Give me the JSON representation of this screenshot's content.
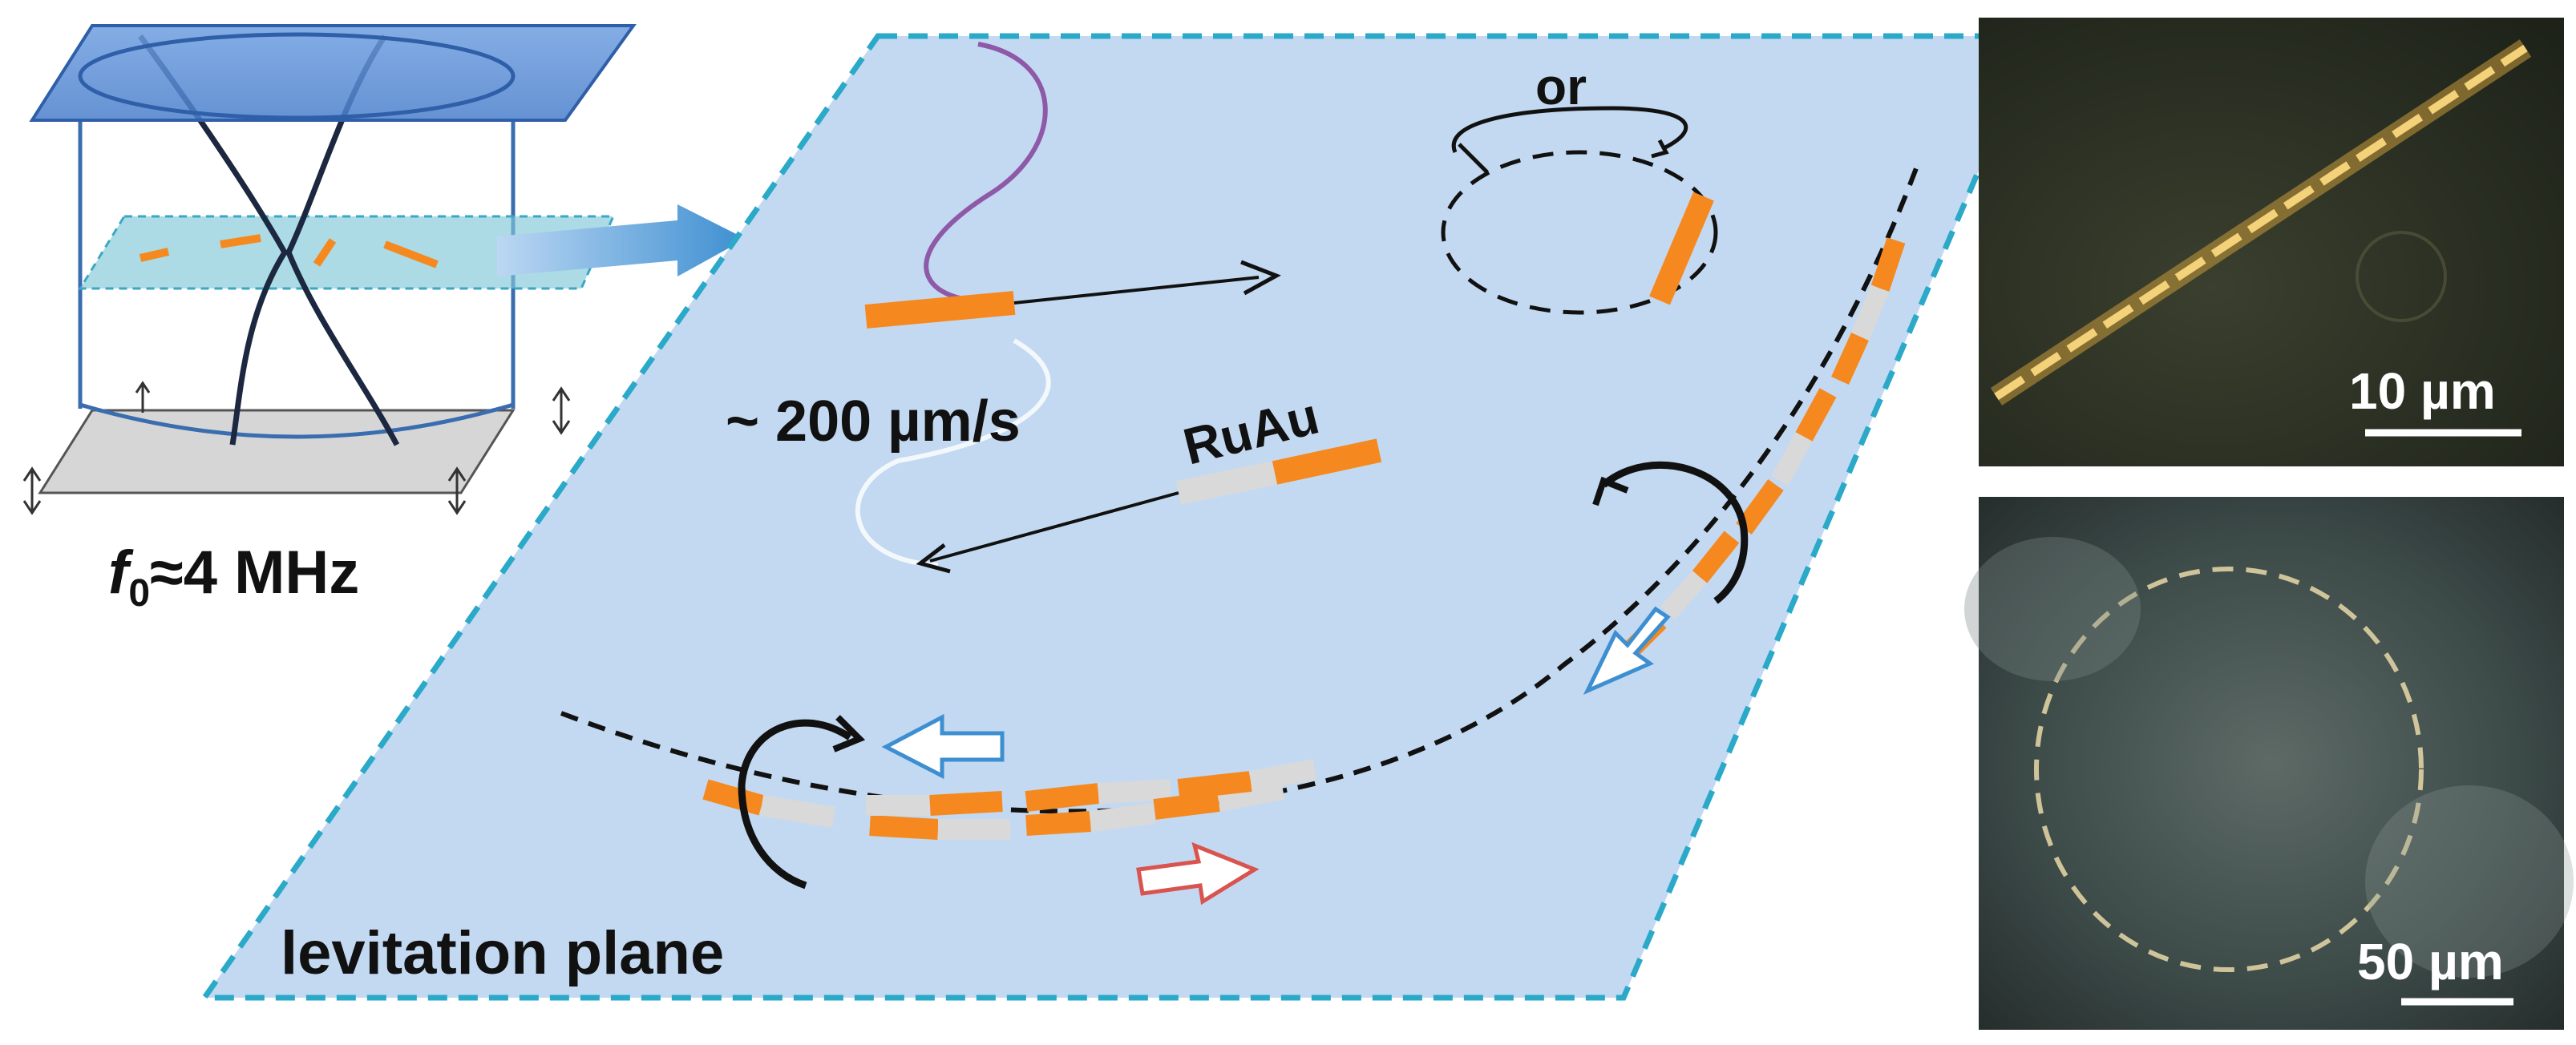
{
  "labels": {
    "frequency_symbol": "f",
    "frequency_subscript": "0",
    "frequency_value": "≈4 MHz",
    "speed": "~ 200 µm/s",
    "alloy": "RuAu",
    "or": "or",
    "plane": "levitation plane"
  },
  "micrographs": [
    {
      "scale_bar": "10 µm"
    },
    {
      "scale_bar": "50 µm"
    }
  ],
  "colors": {
    "plane_fill": "#c3d9f1",
    "plane_border": "#2aa9c8",
    "segment_orange": "#f5891f",
    "segment_gray": "#d9d9d9",
    "arrow_blue": "#3d8fd1",
    "arrow_red": "#d9534f",
    "trajectory_purple": "#8e5aa8",
    "cylinder_top": "#5b8fd6",
    "micrograph_dark": "#2c3124"
  }
}
